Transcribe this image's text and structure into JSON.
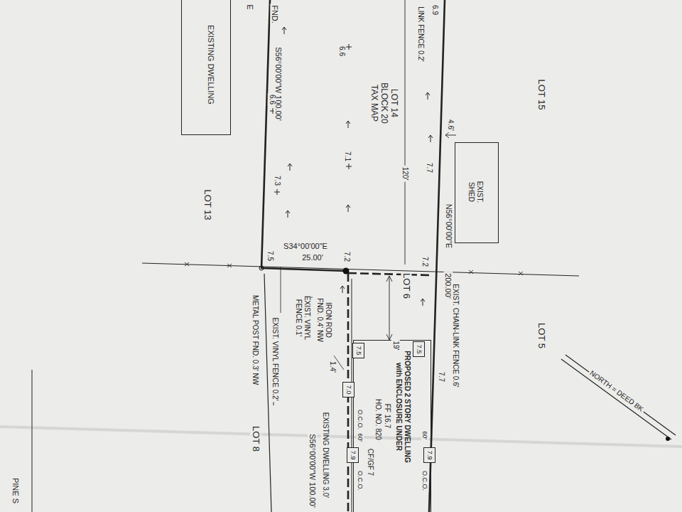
{
  "diagram": {
    "nodes": [
      {
        "text": [
          "EXISTING DWELLING"
        ]
      },
      {
        "text": [
          "EXIST. SHED"
        ]
      },
      {
        "text": [
          "PROPOSED 2 STORY DWELLING with ENCLOSURE UNDER",
          "FF 16.7",
          "HO. NO. 820",
          "CF/GF 7"
        ]
      },
      {
        "text": [
          "7.5"
        ]
      },
      {
        "text": [
          "7.5"
        ]
      },
      {
        "text": [
          "7.0"
        ]
      },
      {
        "text": [
          "7.9"
        ]
      },
      {
        "text": [
          "7.9"
        ]
      }
    ],
    "labels": [
      "E",
      "FND.",
      "6.9",
      "LINK FENCE 0.2'",
      "S56°00'00\"W 100.00'",
      "6.6",
      "LOT 14 BLOCK 20 TAX MAP",
      "6.6",
      "120'",
      "7.1",
      "7.3",
      "LOT 13",
      "LOT 15",
      "4.6'",
      "7.7",
      "N56°00'00\"E",
      "S34°00'00\"E",
      "25.00'",
      "7.2",
      "7.2",
      "7.5",
      "200.00'",
      "LOT 6",
      "EXIST. CHAIN-LINK FENCE 0.6'",
      "LOT 5",
      "IRON ROD FND. 0.4' NW",
      "EXIST. VINYL FENCE 0.1'",
      "1.4'",
      "METAL POST FND. 0.3' NW",
      "EXIST. VINYL FENCE 0.2'",
      "19'",
      "7.7",
      "EXISTING DWELLING 3.0'",
      "S56°00'00\"W 100.00'",
      "LOT 8",
      "O.C.O.",
      "60'",
      "O.C.O.",
      "60'",
      "O.C.O.",
      "NORTH = DEED BK",
      "PINE S"
    ]
  }
}
